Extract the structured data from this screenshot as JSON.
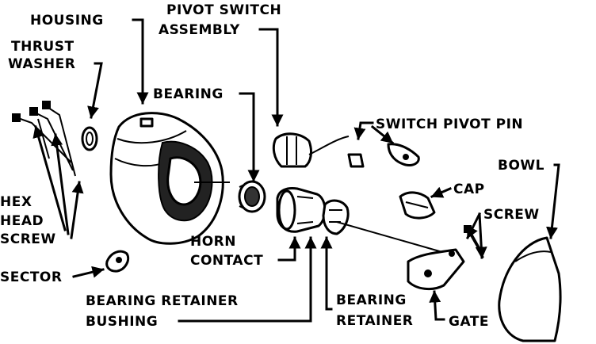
{
  "labels": {
    "housing": "HOUSING",
    "pivot_switch_1": "PIVOT SWITCH",
    "pivot_switch_2": "ASSEMBLY",
    "thrust_washer_1": "THRUST",
    "thrust_washer_2": "WASHER",
    "bearing": "BEARING",
    "switch_pivot_pin": "SWITCH PIVOT PIN",
    "bowl": "BOWL",
    "hex_head_1": "HEX",
    "hex_head_2": "HEAD",
    "hex_head_3": "SCREW",
    "cap": "CAP",
    "screw": "SCREW",
    "horn_contact_1": "HORN",
    "horn_contact_2": "CONTACT",
    "sector": "SECTOR",
    "bearing_retainer_bushing_1": "BEARING RETAINER",
    "bearing_retainer_bushing_2": "BUSHING",
    "bearing_retainer_1": "BEARING",
    "bearing_retainer_2": "RETAINER",
    "gate": "GATE"
  },
  "colors": {
    "ink": "#000000",
    "paper": "#ffffff"
  }
}
